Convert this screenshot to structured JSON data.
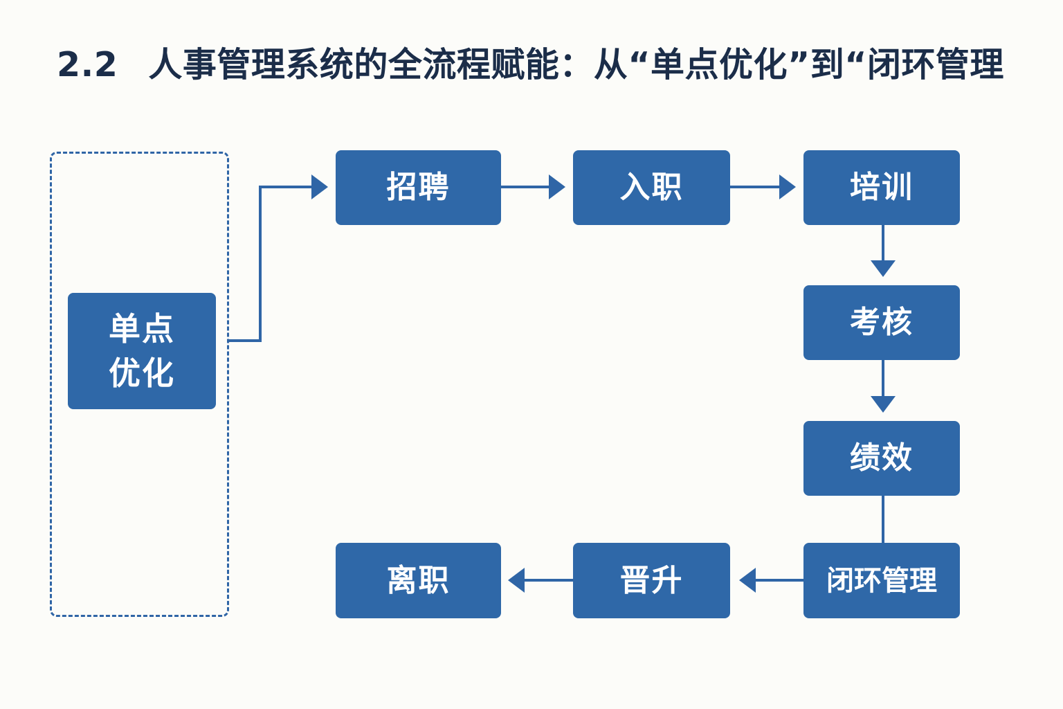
{
  "title": {
    "number": "2.2",
    "text": "人事管理系统的全流程赋能：从“单点优化”到“闭环管理"
  },
  "start_node": {
    "line1": "单点",
    "line2": "优化"
  },
  "flow_nodes": {
    "recruit": "招聘",
    "onboard": "入职",
    "training": "培训",
    "assessment": "考核",
    "performance": "绩效",
    "closed_loop": "闭环管理",
    "promotion": "晋升",
    "resignation": "离职"
  },
  "colors": {
    "node_fill": "#2f68a8",
    "line": "#2f65a6",
    "title": "#1b2d49",
    "background": "#fcfcf9"
  }
}
